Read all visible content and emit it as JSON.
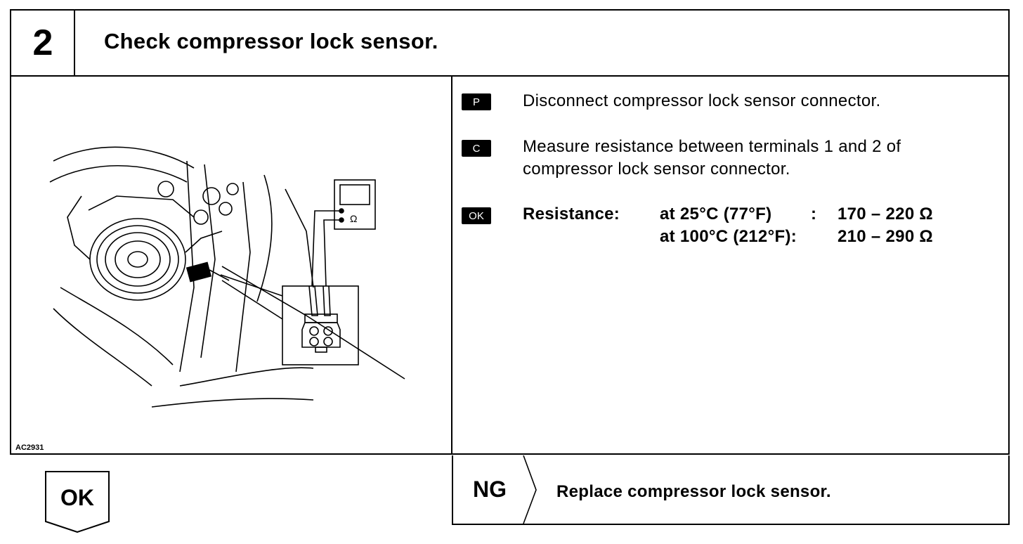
{
  "step": {
    "number": "2",
    "title": "Check compressor lock sensor."
  },
  "figure": {
    "code": "AC2931",
    "ohm_symbol": "Ω"
  },
  "instructions": [
    {
      "tag": "P",
      "text": "Disconnect compressor lock sensor connector."
    },
    {
      "tag": "C",
      "lines": [
        "Measure resistance between terminals 1 and 2 of",
        "compressor lock sensor connector."
      ]
    }
  ],
  "spec": {
    "tag": "OK",
    "label": "Resistance:",
    "rows": [
      {
        "condition": "at 25°C (77°F)",
        "sep": ":",
        "value": "170 – 220 Ω"
      },
      {
        "condition": "at 100°C (212°F):",
        "sep": "",
        "value": "210 – 290 Ω"
      }
    ]
  },
  "results": {
    "ok_label": "OK",
    "ng_label": "NG",
    "ng_action": "Replace compressor lock sensor."
  }
}
